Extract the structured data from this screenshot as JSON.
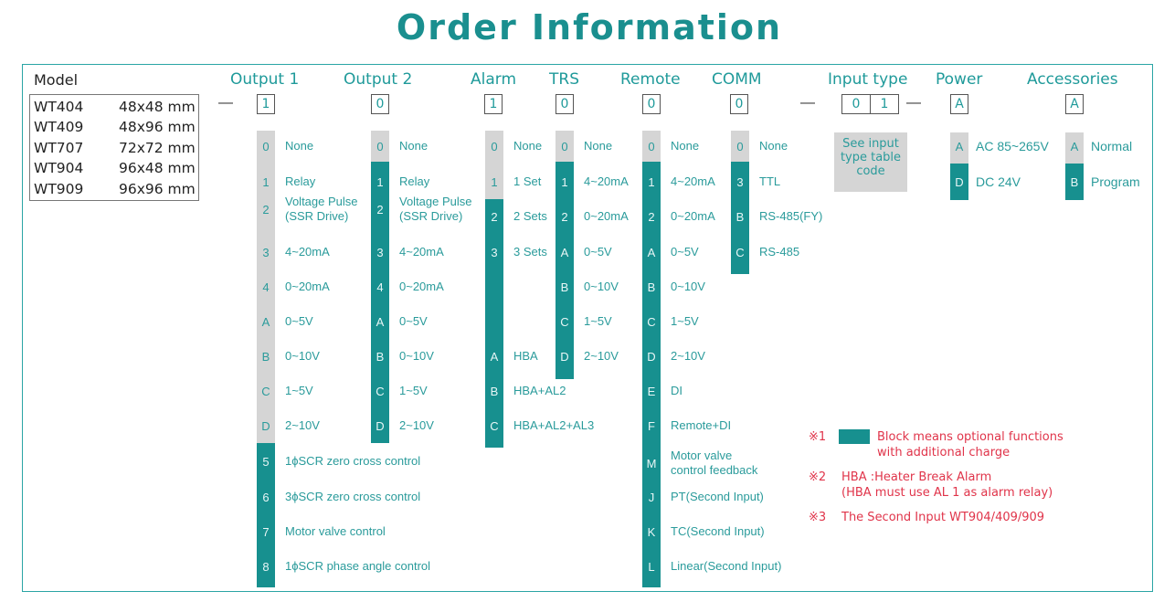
{
  "title": "Order Information",
  "colors": {
    "accent": "#17908f",
    "standard": "#d5d5d5",
    "text": "#2a9b9b",
    "notes": "#e0344a",
    "frame": "#2aa5a5"
  },
  "model": {
    "header": "Model",
    "rows": [
      {
        "model": "WT404",
        "size": "48x48 mm"
      },
      {
        "model": "WT409",
        "size": "48x96 mm"
      },
      {
        "model": "WT707",
        "size": "72x72 mm"
      },
      {
        "model": "WT904",
        "size": "96x48 mm"
      },
      {
        "model": "WT909",
        "size": "96x96 mm"
      }
    ]
  },
  "headers": {
    "output1": "Output 1",
    "output2": "Output 2",
    "alarm": "Alarm",
    "trs": "TRS",
    "remote": "Remote",
    "comm": "COMM",
    "input_type": "Input type",
    "power": "Power",
    "accessories": "Accessories"
  },
  "example_code": {
    "output1": "1",
    "output2": "0",
    "alarm": "1",
    "trs": "0",
    "remote": "0",
    "comm": "0",
    "input_type_1": "0",
    "input_type_2": "1",
    "power": "A",
    "accessories": "A",
    "dash": "—"
  },
  "output1": [
    {
      "code": "0",
      "label": "None"
    },
    {
      "code": "1",
      "label": "Relay"
    },
    {
      "code": "2",
      "label": "Voltage Pulse",
      "label2": "(SSR Drive)"
    },
    {
      "code": "3",
      "label": "4~20mA"
    },
    {
      "code": "4",
      "label": "0~20mA"
    },
    {
      "code": "A",
      "label": "0~5V"
    },
    {
      "code": "B",
      "label": "0~10V"
    },
    {
      "code": "C",
      "label": "1~5V"
    },
    {
      "code": "D",
      "label": "2~10V"
    },
    {
      "code": "5",
      "label": "1ϕSCR zero cross control"
    },
    {
      "code": "6",
      "label": "3ϕSCR zero cross control"
    },
    {
      "code": "7",
      "label": "Motor valve control"
    },
    {
      "code": "8",
      "label": "1ϕSCR phase angle control"
    }
  ],
  "output2": [
    {
      "code": "0",
      "label": "None"
    },
    {
      "code": "1",
      "label": "Relay"
    },
    {
      "code": "2",
      "label": "Voltage Pulse",
      "label2": "(SSR Drive)"
    },
    {
      "code": "3",
      "label": "4~20mA"
    },
    {
      "code": "4",
      "label": "0~20mA"
    },
    {
      "code": "A",
      "label": "0~5V"
    },
    {
      "code": "B",
      "label": "0~10V"
    },
    {
      "code": "C",
      "label": "1~5V"
    },
    {
      "code": "D",
      "label": "2~10V"
    }
  ],
  "alarm": [
    {
      "code": "0",
      "label": "None"
    },
    {
      "code": "1",
      "label": "1 Set"
    },
    {
      "code": "2",
      "label": "2 Sets"
    },
    {
      "code": "3",
      "label": "3 Sets"
    },
    {
      "code": "A",
      "label": "HBA"
    },
    {
      "code": "B",
      "label": "HBA+AL2"
    },
    {
      "code": "C",
      "label": "HBA+AL2+AL3"
    }
  ],
  "trs": [
    {
      "code": "0",
      "label": "None"
    },
    {
      "code": "1",
      "label": "4~20mA"
    },
    {
      "code": "2",
      "label": "0~20mA"
    },
    {
      "code": "A",
      "label": "0~5V"
    },
    {
      "code": "B",
      "label": "0~10V"
    },
    {
      "code": "C",
      "label": "1~5V"
    },
    {
      "code": "D",
      "label": "2~10V"
    }
  ],
  "remote": [
    {
      "code": "0",
      "label": "None"
    },
    {
      "code": "1",
      "label": "4~20mA"
    },
    {
      "code": "2",
      "label": "0~20mA"
    },
    {
      "code": "A",
      "label": "0~5V"
    },
    {
      "code": "B",
      "label": "0~10V"
    },
    {
      "code": "C",
      "label": "1~5V"
    },
    {
      "code": "D",
      "label": "2~10V"
    },
    {
      "code": "E",
      "label": "DI"
    },
    {
      "code": "F",
      "label": "Remote+DI"
    },
    {
      "code": "M",
      "label": "Motor valve",
      "label2": "control feedback"
    },
    {
      "code": "J",
      "label": "PT(Second Input)"
    },
    {
      "code": "K",
      "label": "TC(Second Input)"
    },
    {
      "code": "L",
      "label": "Linear(Second Input)"
    }
  ],
  "comm": [
    {
      "code": "0",
      "label": "None"
    },
    {
      "code": "3",
      "label": "TTL"
    },
    {
      "code": "B",
      "label": "RS-485(FY)"
    },
    {
      "code": "C",
      "label": "RS-485"
    }
  ],
  "input_type": {
    "line1": "See input",
    "line2": "type table",
    "line3": "code"
  },
  "power": [
    {
      "code": "A",
      "label": "AC 85~265V"
    },
    {
      "code": "D",
      "label": "DC 24V"
    }
  ],
  "accessories": [
    {
      "code": "A",
      "label": "Normal"
    },
    {
      "code": "B",
      "label": "Program"
    }
  ],
  "notes": [
    {
      "mark": "※1",
      "line1": "Block means optional functions",
      "line2": "with additional charge"
    },
    {
      "mark": "※2",
      "line1": "HBA :Heater Break Alarm",
      "line2": "(HBA must use AL 1 as alarm relay)"
    },
    {
      "mark": "※3",
      "line1": "The Second Input WT904/409/909"
    }
  ]
}
